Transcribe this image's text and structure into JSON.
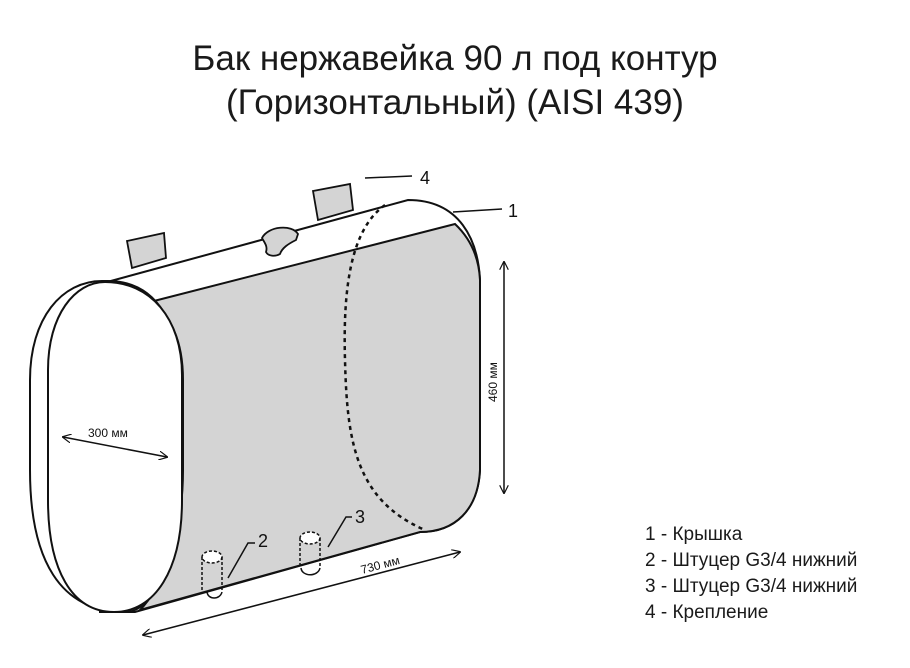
{
  "title": {
    "line1": "Бак нержавейка 90 л под контур",
    "line2": "(Горизонтальный) (AISI 439)"
  },
  "dimensions": {
    "width": "300 мм",
    "height": "460 мм",
    "length": "730 мм"
  },
  "callouts": {
    "c1": "1",
    "c2": "2",
    "c3": "3",
    "c4": "4"
  },
  "legend": [
    {
      "text": "1 - Крышка"
    },
    {
      "text": "2 - Штуцер G3/4 нижний"
    },
    {
      "text": "3 - Штуцер G3/4 нижний"
    },
    {
      "text": "4 - Крепление"
    }
  ],
  "colors": {
    "tank_fill": "#d4d4d4",
    "outline": "#111111",
    "background": "#ffffff"
  }
}
